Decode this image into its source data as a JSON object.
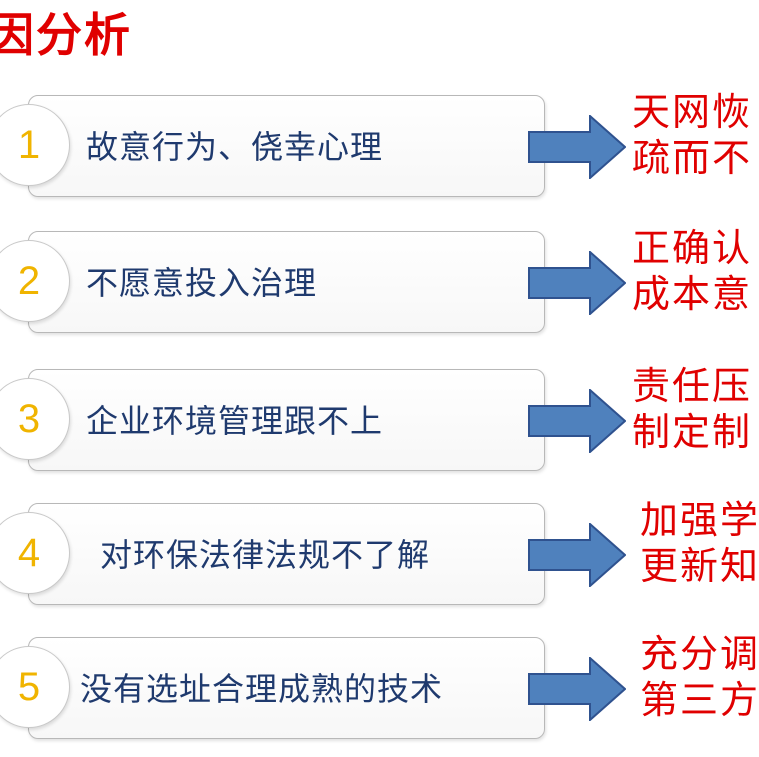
{
  "title": "因分析",
  "colors": {
    "title": "#e00000",
    "number": "#f0b400",
    "cause_text": "#1f3a6e",
    "arrow_fill": "#4f81bd",
    "arrow_stroke": "#2f528f",
    "solution_text": "#e00000"
  },
  "rows": [
    {
      "number": "1",
      "cause": "故意行为、侥幸心理",
      "solution_line1": "天网恢",
      "solution_line2": "疏而不"
    },
    {
      "number": "2",
      "cause": "不愿意投入治理",
      "solution_line1": "正确认",
      "solution_line2": "成本意"
    },
    {
      "number": "3",
      "cause": "企业环境管理跟不上",
      "solution_line1": "责任压",
      "solution_line2": "制定制"
    },
    {
      "number": "4",
      "cause": "对环保法律法规不了解",
      "solution_line1": "加强学",
      "solution_line2": "更新知"
    },
    {
      "number": "5",
      "cause": "没有选址合理成熟的技术",
      "solution_line1": "充分调",
      "solution_line2": "第三方"
    }
  ]
}
